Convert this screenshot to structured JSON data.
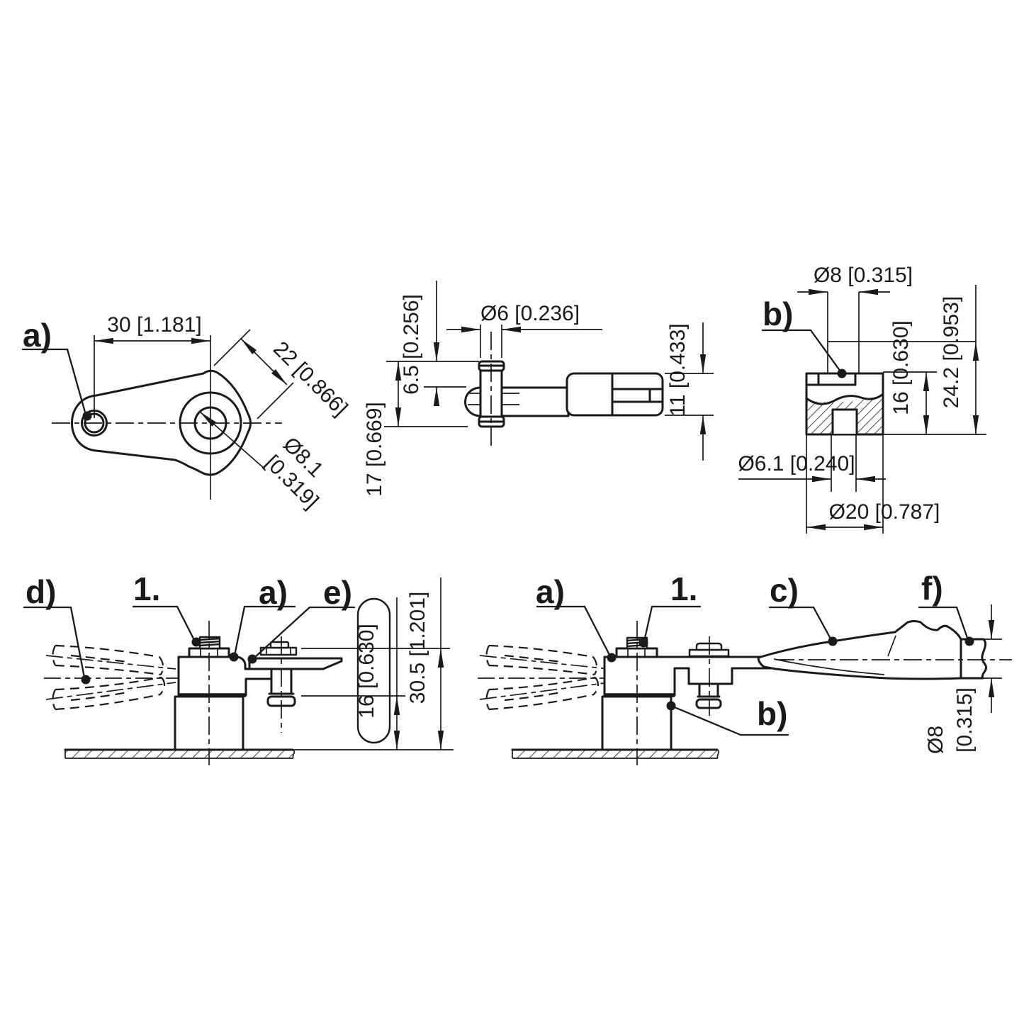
{
  "drawing": {
    "colors": {
      "line": "#1a1a1a",
      "background": "#ffffff"
    },
    "views": {
      "lever_top": {
        "label_a": "a)",
        "dim_hole_spacing": "30 [1.181]",
        "dim_arm_width": "22 [0.866]",
        "dim_bore": "Ø8.1",
        "dim_bore_inch": "[0.319]"
      },
      "arm_side": {
        "dim_pin_dia": "Ø6 [0.236]",
        "dim_pin_protrusion": "6.5 [0.256]",
        "dim_pin_length": "17 [0.669]",
        "dim_head_width": "11 [0.433]"
      },
      "base_section": {
        "label_b": "b)",
        "dim_stud_dia": "Ø8 [0.315]",
        "dim_body_height": "16 [0.630]",
        "dim_overall_height": "24.2 [0.953]",
        "dim_bore": "Ø6.1 [0.240]",
        "dim_outer_dia": "Ø20 [0.787]"
      },
      "assembly_clamp": {
        "label_d": "d)",
        "label_1": "1.",
        "label_a": "a)",
        "label_e": "e)",
        "dim_clamp_height": "16 [0.630]",
        "dim_overall_height": "30.5 [1.201]"
      },
      "assembly_handle": {
        "label_a": "a)",
        "label_1": "1.",
        "label_c": "c)",
        "label_f": "f)",
        "label_b": "b)",
        "dim_handle_dia": "Ø8",
        "dim_handle_dia_inch": "[0.315]"
      }
    }
  }
}
